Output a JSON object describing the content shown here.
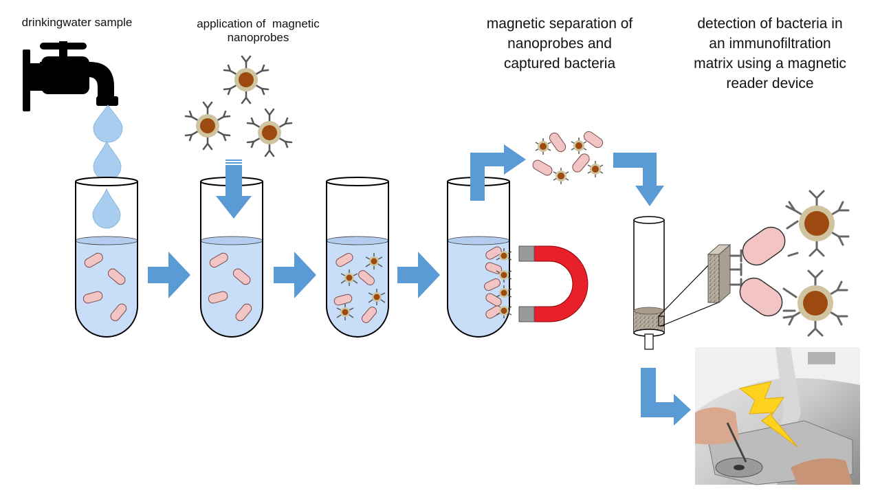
{
  "steps": [
    {
      "label": "drinkingwater sample"
    },
    {
      "label": "application of  magnetic\nnanoprobes"
    },
    {
      "label": "magnetic separation of\nnanoprobes and\ncaptured bacteria"
    },
    {
      "label": "detection of bacteria in\nan immunofiltration\nmatrix using a magnetic\nreader device"
    }
  ],
  "colors": {
    "water": "#c8ddf8",
    "arrow": "#5b9bd5",
    "bacteria": "#f2c4c4",
    "particle_core": "#9c4a0f",
    "particle_shell": "#cfc3a0",
    "magnet": "#e8202a",
    "tap": "#000000",
    "drop": "#a8cdee"
  },
  "icons": [
    "tap-icon",
    "water-drop-icon",
    "test-tube-icon",
    "magnet-icon",
    "lightning-icon",
    "filter-column-icon",
    "reader-device-photo"
  ]
}
